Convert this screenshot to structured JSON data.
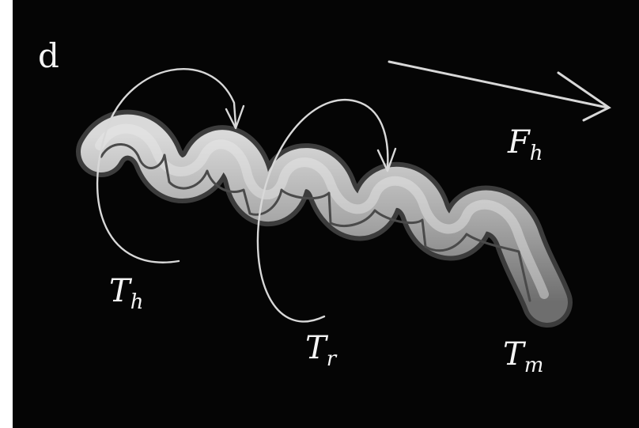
{
  "figure": {
    "panel_label": "d",
    "labels": {
      "hydrodynamic_force": {
        "main": "F",
        "sub": "h"
      },
      "torque_helical": {
        "main": "T",
        "sub": "h"
      },
      "torque_rotation": {
        "main": "T",
        "sub": "r"
      },
      "torque_motor": {
        "main": "T",
        "sub": "m"
      }
    }
  },
  "colors": {
    "background": "#050505",
    "tube": "#b4b4b4",
    "tube_highlight": "#ececec",
    "axis_line": "#4a4a4a",
    "annotation": "#d8d8d8"
  }
}
